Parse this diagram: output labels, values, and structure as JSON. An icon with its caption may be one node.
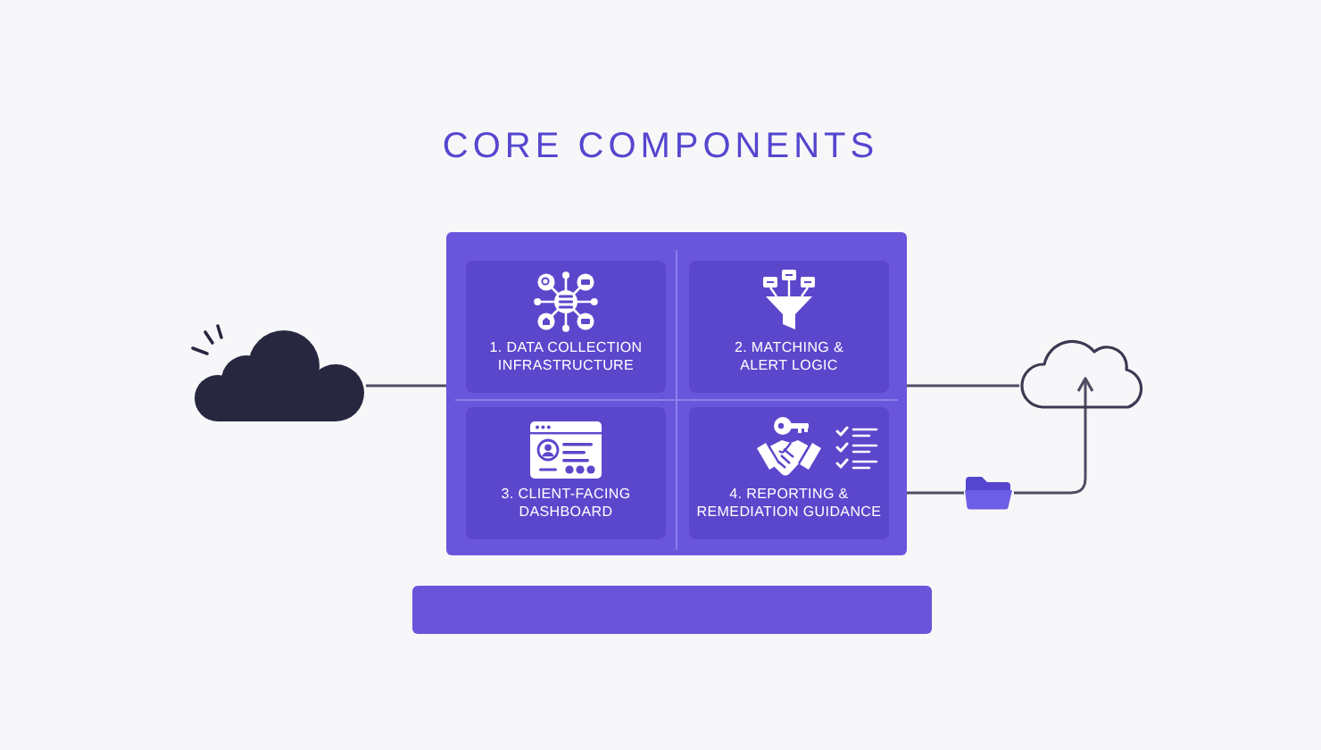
{
  "diagram": {
    "title": "CORE COMPONENTS",
    "nodes": [
      {
        "text": [],
        "shape": "cloud"
      },
      {
        "text": [],
        "shape": "box"
      },
      {
        "text": [
          "1. DATA COLLECTION INFRASTRUCTURE"
        ],
        "in": 1
      },
      {
        "text": [
          "2. MATCHING & ALERT LOGIC"
        ],
        "in": 1
      },
      {
        "text": [
          "3. CLIENT-FACING DASHBOARD"
        ],
        "in": 1
      },
      {
        "text": [
          "4. REPORTING & REMEDIATION GUIDANCE"
        ],
        "in": 1
      },
      {
        "text": [],
        "shape": "cloud"
      },
      {
        "text": [],
        "shape": "folder"
      },
      {
        "text": [],
        "shape": "bar"
      }
    ],
    "edges": [
      {
        "from": 0,
        "to": 1,
        "arrow": "none"
      },
      {
        "from": 1,
        "to": 6,
        "arrow": "none"
      },
      {
        "from": 1,
        "to": 7,
        "arrow": "none"
      },
      {
        "from": 7,
        "to": 6,
        "arrow": "to"
      }
    ]
  }
}
